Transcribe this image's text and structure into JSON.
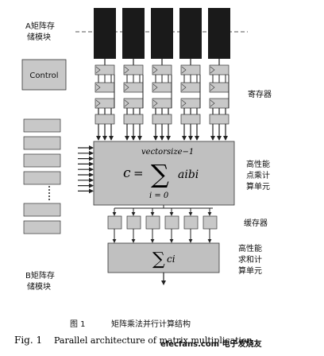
{
  "labels": {
    "a_module_line1": "A矩阵存",
    "a_module_line2": "储模块",
    "b_module_line1": "B矩阵存",
    "b_module_line2": "储模块",
    "control": "Control",
    "register": "寄存器",
    "dot_unit_line1": "高性能",
    "dot_unit_line2": "点乘计",
    "dot_unit_line3": "算单元",
    "buffer": "缓存器",
    "sum_unit_line1": "高性能",
    "sum_unit_line2": "求和计",
    "sum_unit_line3": "算单元"
  },
  "formula": {
    "lhs": "c",
    "eq": "=",
    "upper": "vectorsize−1",
    "sigma": "∑",
    "lower": "i = 0",
    "term": "aibi",
    "sum_sigma": "∑",
    "sum_term": "ci"
  },
  "caption": {
    "cn_num": "图 1",
    "cn_text": "矩阵乘法并行计算结构",
    "en_num": "Fig. 1",
    "en_text": "Parallel architecture of matrix multiplication",
    "watermark": "elecfans.com 电子发烧友"
  },
  "colors": {
    "block_dark": "#1a1a1a",
    "block_gray": "#c8c8c8",
    "unit_fill": "#c0c0c0",
    "line": "#222222",
    "watermark": "#d9352a"
  }
}
